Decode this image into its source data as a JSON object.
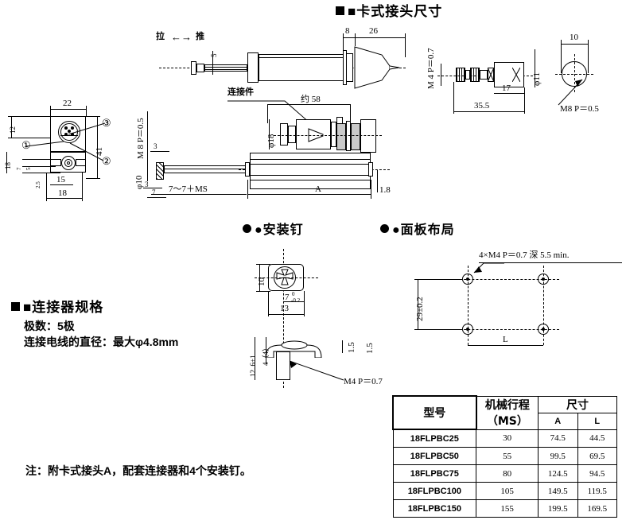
{
  "headings": {
    "connector_dims": "■卡式接头尺寸",
    "mounting_screw": "●安装钉",
    "panel_layout": "●面板布局",
    "connector_spec": "■连接器规格"
  },
  "connector_spec": {
    "poles_label": "极数：5极",
    "wire_label": "连接电线的直径：最大φ4.8mm"
  },
  "note": "注：附卡式接头A，配套连接器和4个安装钉。",
  "labels": {
    "pull": "拉",
    "push": "推",
    "arrow": "←→",
    "connector_part": "连接件",
    "approx_58": "约 58",
    "phi18": "φ18",
    "phi10": "φ10",
    "phi11": "φ11",
    "m8_p05_left": "M 8  P＝0.5",
    "m8_p05_right": "M8   P＝0.5",
    "m4_p07": "M 4   P＝0.7",
    "m4_p07_screw": "M4   P＝0.7",
    "stroke_formula": "7～7＋MS",
    "dim_A": "A",
    "dim_L": "L",
    "panel_thread": "4×M4  P＝0.7 深 5.5 min.",
    "panel_v": "29±0.2",
    "bubble1": "①",
    "bubble2": "②",
    "bubble3": "③"
  },
  "dims": {
    "d22": "22",
    "d41": "41",
    "d12": "12",
    "d18a": "18",
    "d7": "7",
    "d5": "5",
    "d2_5": "2.5",
    "d15": "15",
    "d18b": "18",
    "d3a": "3",
    "d3b": "3",
    "d7b": "7",
    "d5top": "5",
    "d8": "8",
    "d26": "26",
    "d1_8": "1.8",
    "d17": "17",
    "d35_5": "35.5",
    "d10_right": "10",
    "d10_screw": "10",
    "d13": "13",
    "d7_tol": "7",
    "tol_zero": "0",
    "tol_m02": "-0.2",
    "d12_6": "12. 6±1",
    "d4_4": "4（4）",
    "d1_5": "1.5"
  },
  "table": {
    "headers": {
      "model": "型号",
      "stroke": "机械行程",
      "stroke_unit": "（MS）",
      "size": "尺寸",
      "a": "A",
      "l": "L"
    },
    "rows": [
      {
        "model": "18FLPBC25",
        "ms": "30",
        "a": "74.5",
        "l": "44.5"
      },
      {
        "model": "18FLPBC50",
        "ms": "55",
        "a": "99.5",
        "l": "69.5"
      },
      {
        "model": "18FLPBC75",
        "ms": "80",
        "a": "124.5",
        "l": "94.5"
      },
      {
        "model": "18FLPBC100",
        "ms": "105",
        "a": "149.5",
        "l": "119.5"
      },
      {
        "model": "18FLPBC150",
        "ms": "155",
        "a": "199.5",
        "l": "169.5"
      }
    ]
  },
  "colors": {
    "line": "#000000",
    "background": "#ffffff",
    "hatch_fill": "#c9c9c9"
  }
}
